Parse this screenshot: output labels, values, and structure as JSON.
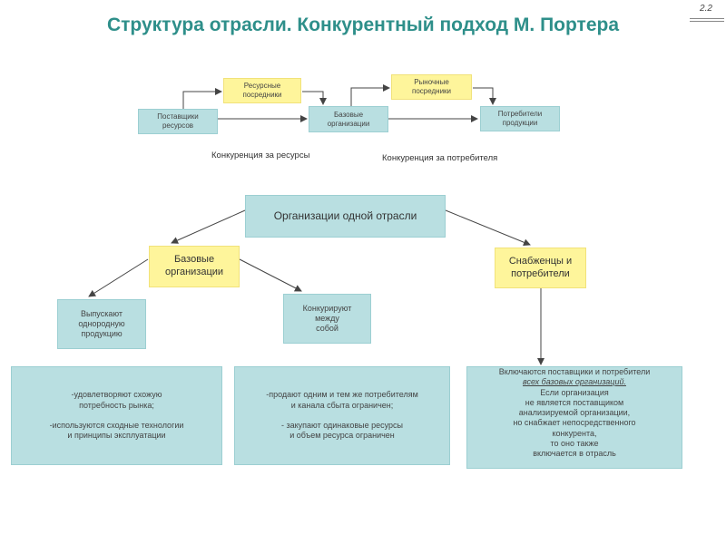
{
  "slide_number": "2.2",
  "title": "Структура отрасли. Конкурентный подход М. Портера",
  "top_diagram": {
    "suppliers": "Поставщики\nресурсов",
    "resource_intermediaries": "Ресурсные\nпосредники",
    "base_orgs": "Базовые\nорганизации",
    "market_intermediaries": "Рыночные\nпосредники",
    "consumers": "Потребители\nпродукции",
    "competition_resources": "Конкуренция за ресурсы",
    "competition_consumer": "Конкуренция за потребителя"
  },
  "bottom_diagram": {
    "root": "Организации одной отрасли",
    "base_orgs": "Базовые\nорганизации",
    "suppliers_consumers": "Снабженцы и\nпотребители",
    "produce": "Выпускают\nоднородную\nпродукцию",
    "compete": "Конкурируют\nмежду\nсобой",
    "detail_left": "-удовлетворяют схожую\nпотребность рынка;\n\n-используются сходные технологии\nи принципы эксплуатации",
    "detail_mid": "-продают одним и тем же потребителям\nи канала сбыта ограничен;\n\n- закупают одинаковые ресурсы\nи объем ресурса ограничен",
    "detail_right_line1": "Включаются поставщики и потребители",
    "detail_right_emph": "всех базовых организаций.",
    "detail_right_rest": "Если организация\nне является поставщиком\nанализируемой организации,\nно снабжает непосредственного\nконкурента,\nто оно также\nвключается в отрасль"
  }
}
